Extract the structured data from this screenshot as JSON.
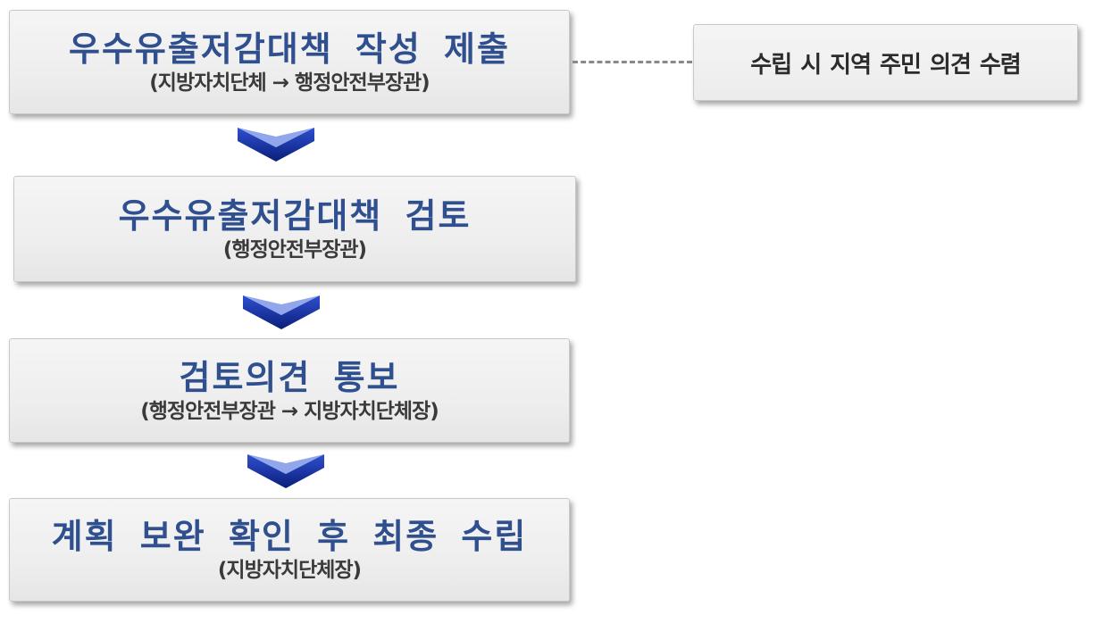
{
  "flow": {
    "steps": [
      {
        "title": "우수유출저감대책 작성 제출",
        "subtitle": "(지방자치단체 → 행정안전부장관)"
      },
      {
        "title": "우수유출저감대책 검토",
        "subtitle": "(행정안전부장관)"
      },
      {
        "title": "검토의견 통보",
        "subtitle": "(행정안전부장관 → 지방자치단체장)"
      },
      {
        "title": "계획 보완 확인 후 최종 수립",
        "subtitle": "(지방자치단체장)"
      }
    ],
    "note": {
      "text": "수립 시 지역 주민 의견 수렴"
    }
  },
  "colors": {
    "title": "#2f4f8f",
    "chevron_dark": "#0a1f7a",
    "chevron_light": "#2f4fcf",
    "connector": "#8a8a8a"
  }
}
